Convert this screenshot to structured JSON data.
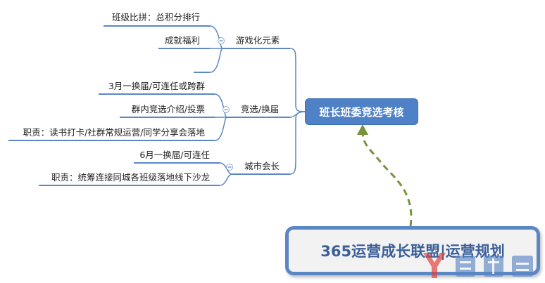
{
  "root": {
    "label": "班长班委竞选考核"
  },
  "branches": [
    {
      "label": "游戏化元素",
      "leaves": [
        "班级比拼：总积分排行",
        "成就福利",
        ""
      ]
    },
    {
      "label": "竞选/换届",
      "leaves": [
        "3月一换届/可连任或跨群",
        "群内竞选介绍/投票",
        "职责：读书打卡/社群常规运营/同学分享会落地"
      ]
    },
    {
      "label": "城市会长",
      "leaves": [
        "6月一换届/可连任",
        "职责：统筹连接同城各班级落地线下沙龙"
      ]
    }
  ],
  "note": {
    "label": "365运营成长联盟|运营规划"
  },
  "colors": {
    "line": "#5b87c5",
    "root_fill": "#4f81c7",
    "arrow": "#77933c",
    "watermark_red": "#e0403a",
    "watermark_blue": "#5b87c5"
  }
}
